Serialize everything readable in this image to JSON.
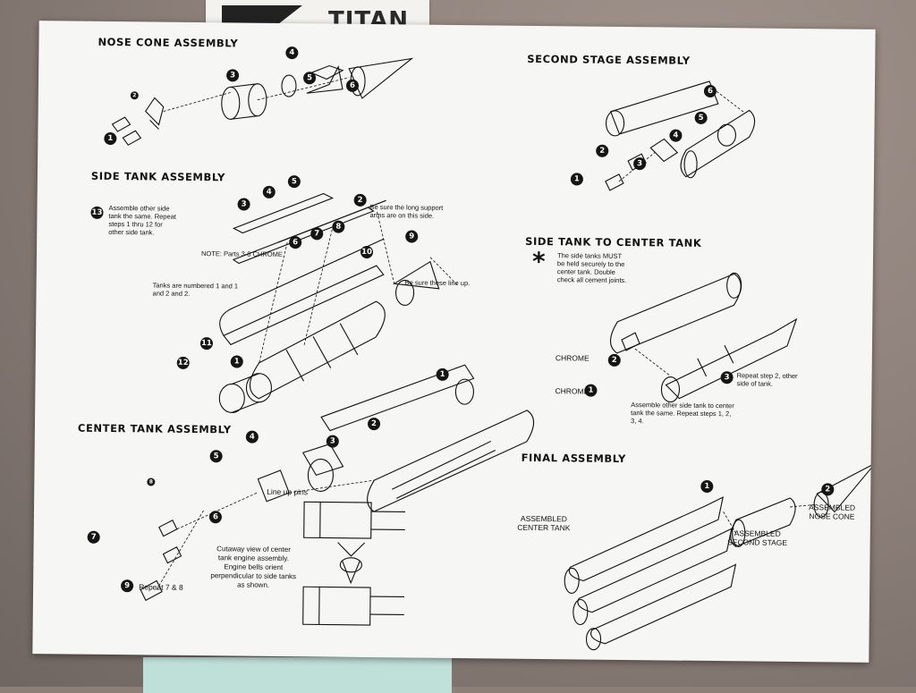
{
  "backdrop": {
    "back_sheet_title": "TITAN"
  },
  "sections": {
    "nose_cone": {
      "heading": "NOSE CONE ASSEMBLY",
      "steps": [
        "1",
        "2",
        "3",
        "4",
        "5",
        "6"
      ]
    },
    "side_tank": {
      "heading": "SIDE TANK ASSEMBLY",
      "step13_number": "13",
      "step13_text": "Assemble other side tank the same. Repeat steps 1 thru 12 for other side tank.",
      "support_arms_note": "Be sure the long support arms are on this side.",
      "parts_note": "NOTE: Parts 3-8 CHROME",
      "numbering_note": "Tanks are numbered 1 and 1 and 2 and 2.",
      "line_up_note": "Be sure these line up.",
      "steps": [
        "1",
        "2",
        "3",
        "4",
        "5",
        "6",
        "7",
        "8",
        "9",
        "10",
        "11",
        "12"
      ]
    },
    "center_tank": {
      "heading": "CENTER TANK ASSEMBLY",
      "line_up_pins": "Line up pins",
      "cutaway_note": "Cutaway view of center tank engine assembly. Engine bells orient perpendicular to side tanks as shown.",
      "repeat_note": "Repeat 7 & 8",
      "steps": [
        "1",
        "2",
        "3",
        "4",
        "5",
        "6",
        "7",
        "8",
        "9"
      ]
    },
    "second_stage": {
      "heading": "SECOND STAGE ASSEMBLY",
      "steps": [
        "1",
        "2",
        "3",
        "4",
        "5",
        "6"
      ]
    },
    "side_to_center": {
      "heading": "SIDE TANK TO CENTER TANK",
      "star_symbol": "*",
      "star_note": "The side tanks MUST be held securely to the center tank. Double check all cement joints.",
      "chrome_label": "CHROME",
      "repeat_step2": "Repeat step 2, other side of tank.",
      "assemble_other": "Assemble other side tank to center tank the same. Repeat steps 1, 2, 3, 4.",
      "steps": [
        "1",
        "2",
        "3"
      ]
    },
    "final": {
      "heading": "FINAL ASSEMBLY",
      "assembled_center_tank": "ASSEMBLED CENTER TANK",
      "assembled_second_stage": "ASSEMBLED SECOND STAGE",
      "assembled_nose_cone": "ASSEMBLED NOSE CONE",
      "steps": [
        "1",
        "2"
      ]
    }
  },
  "colors": {
    "ink": "#111111",
    "paper": "#f6f6f4",
    "table": "#8c7f78",
    "green_sheet": "#bfe0d8"
  }
}
